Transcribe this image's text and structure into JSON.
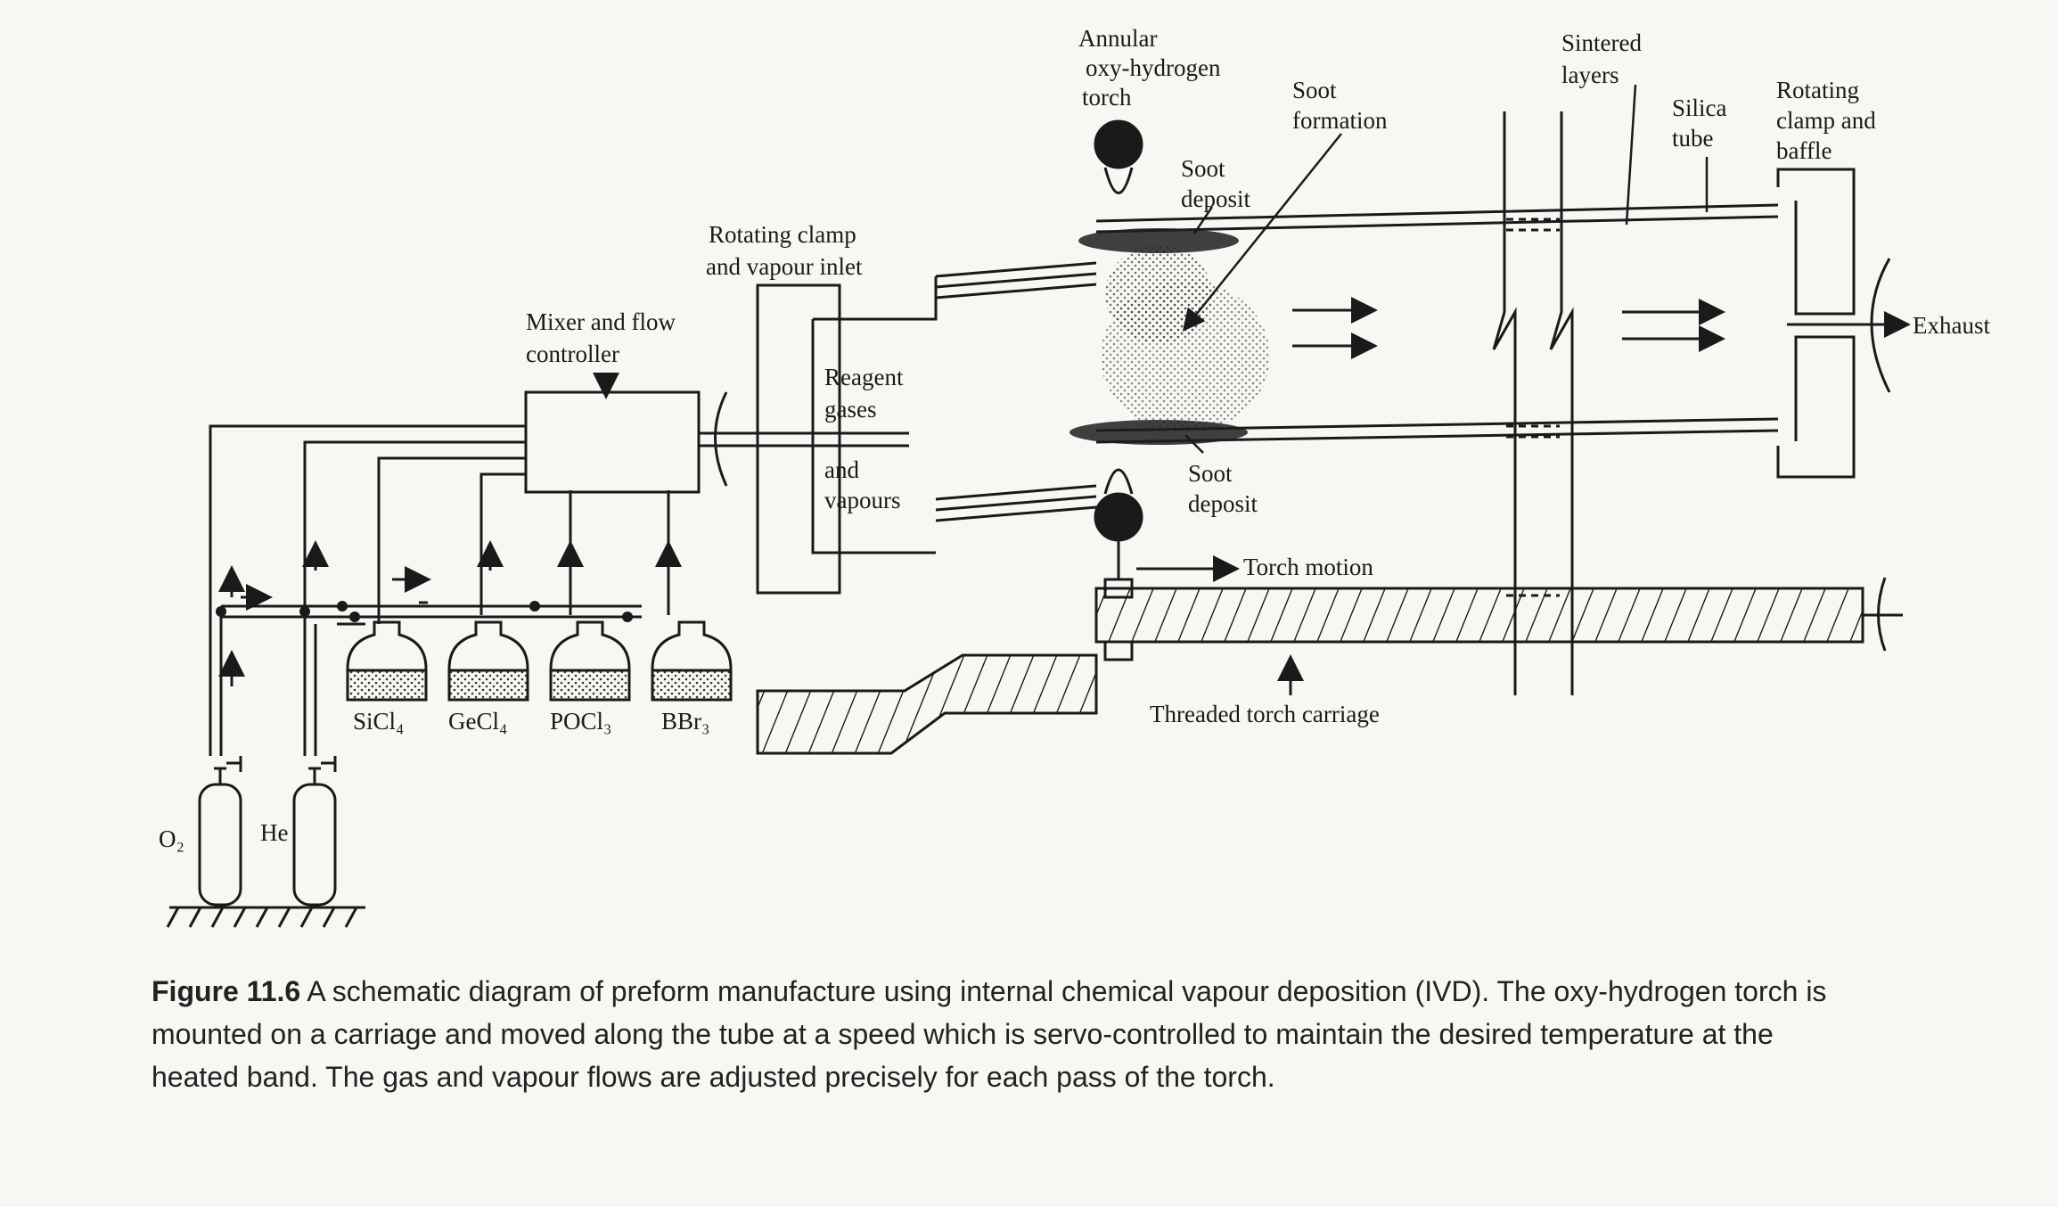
{
  "labels": {
    "torch": [
      "Annular",
      "oxy-hydrogen",
      "torch"
    ],
    "soot_formation": [
      "Soot",
      "formation"
    ],
    "sintered_layers": [
      "Sintered",
      "layers"
    ],
    "silica_tube": [
      "Silica",
      "tube"
    ],
    "rotating_clamp_baffle": [
      "Rotating",
      "clamp and",
      "baffle"
    ],
    "soot_deposit_top": [
      "Soot",
      "deposit"
    ],
    "soot_deposit_bottom": [
      "Soot",
      "deposit"
    ],
    "rotating_clamp_inlet": [
      "Rotating clamp",
      "and vapour inlet"
    ],
    "mixer": [
      "Mixer and flow",
      "controller"
    ],
    "reagent": [
      "Reagent",
      "gases",
      "and",
      "vapours"
    ],
    "exhaust": "Exhaust",
    "torch_motion": "Torch motion",
    "carriage": "Threaded torch carriage",
    "bottles": [
      "SiCl₄",
      "GeCl₄",
      "POCl₃",
      "BBr₃"
    ],
    "cylinders": [
      "O₂",
      "He"
    ]
  },
  "caption": {
    "figure_label": "Figure 11.6",
    "line1": "A schematic diagram of preform manufacture using internal chemical vapour deposition (IVD). The oxy-hydrogen torch is",
    "line2": "mounted on a carriage and moved along the tube at a speed which is servo-controlled to maintain the desired temperature at the",
    "line3": "heated band. The gas and vapour flows are adjusted precisely for each pass of the torch."
  }
}
